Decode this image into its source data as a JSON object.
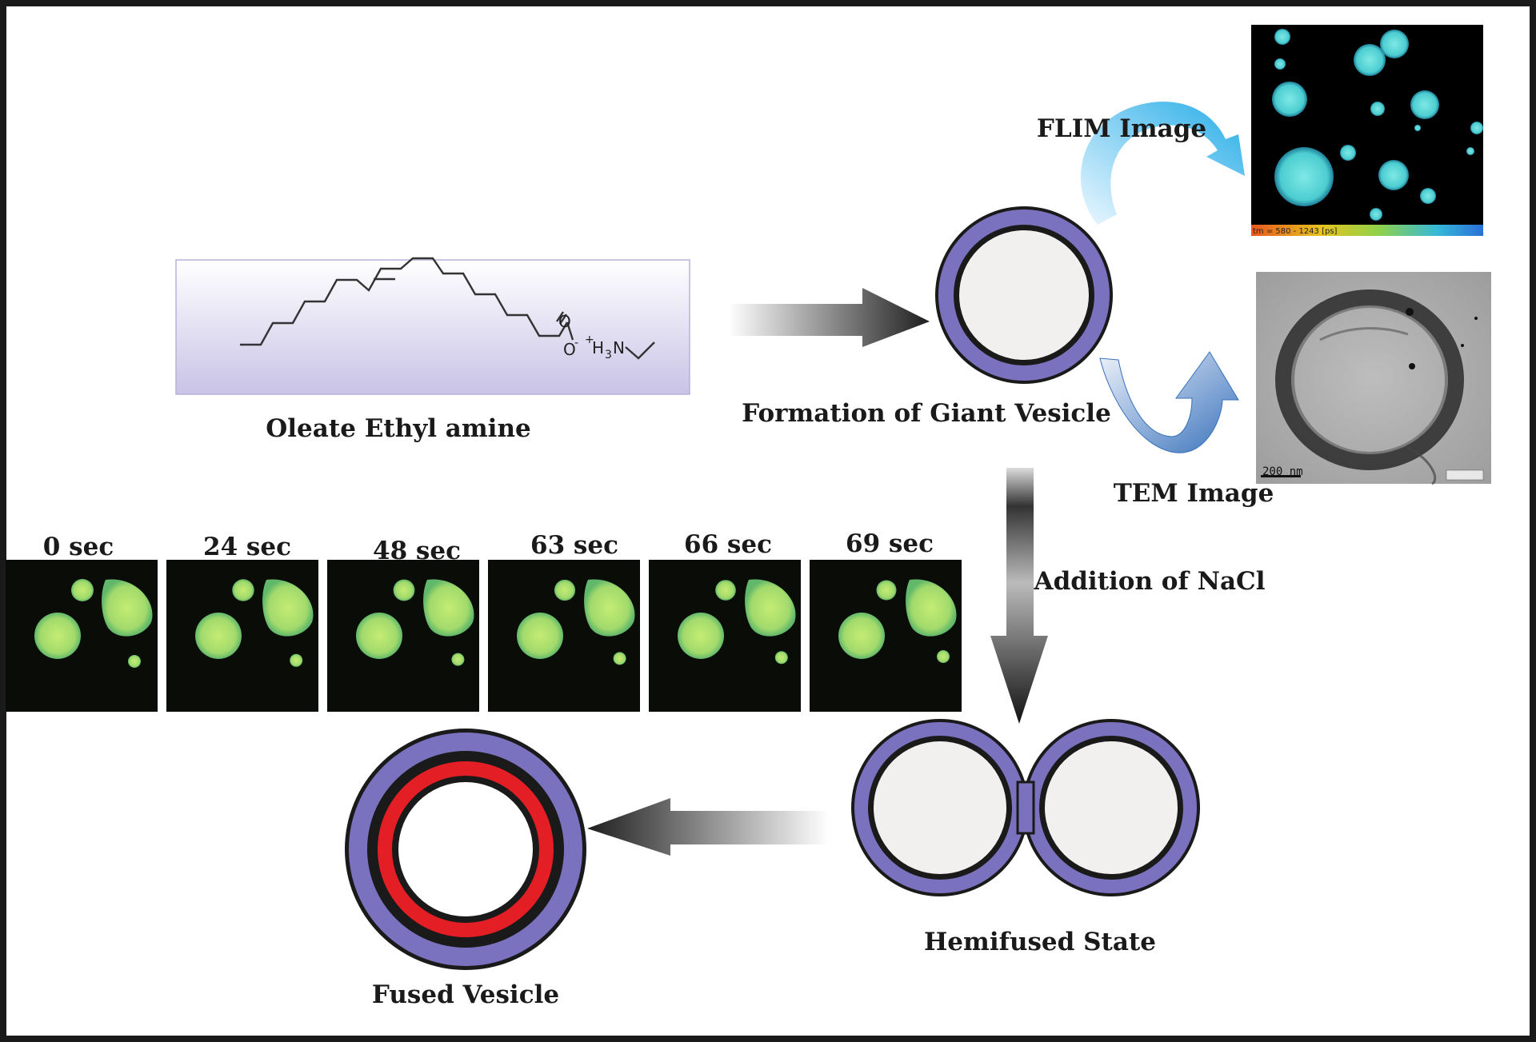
{
  "labels": {
    "molecule": "Oleate Ethyl amine",
    "giant_vesicle": "Formation of Giant Vesicle",
    "flim": "FLIM Image",
    "tem": "TEM Image",
    "nacl": "Addition of NaCl",
    "hemifused": "Hemifused State",
    "fused": "Fused Vesicle"
  },
  "chemistry": {
    "carbonyl_o": "O",
    "anion_o": "O",
    "anion_charge": "-",
    "cation_charge": "+",
    "amine_h": "H",
    "amine_sub": "3",
    "amine_n": "N"
  },
  "flim_scale": "tm = 580 - 1243 [ps]",
  "tem_scale": "200 nm",
  "timepoints": [
    {
      "label": "0 sec"
    },
    {
      "label": "24 sec"
    },
    {
      "label": "48 sec"
    },
    {
      "label": "63 sec"
    },
    {
      "label": "66 sec"
    },
    {
      "label": "69 sec"
    }
  ],
  "colors": {
    "membrane": "#7a72bf",
    "membrane_dark": "#1a1a1a",
    "lumen": "#f2f0ee",
    "fused_inner": "#e31e24",
    "vesicle_green": "#a8e070",
    "flim_cyan": "#5ad8d8",
    "arrow_cyan": "#2fb7e8",
    "arrow_blue": "#2e6bb8"
  }
}
